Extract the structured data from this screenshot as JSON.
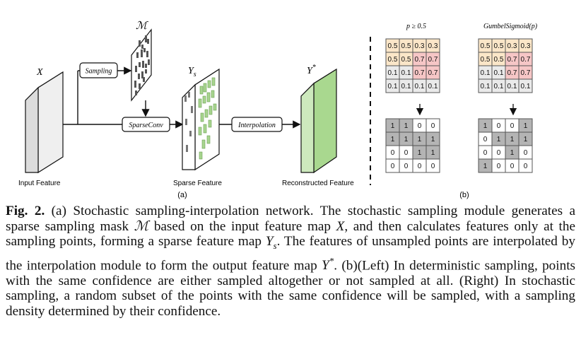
{
  "panel_a": {
    "symbols": {
      "x": "X",
      "mask": "ℳ",
      "ys": "Y",
      "ys_sub": "s",
      "ystar": "Y",
      "ystar_sup": "*"
    },
    "boxes": {
      "sampling": "Sampling",
      "sparseconv": "SparseConv",
      "interpolation": "Interpolation"
    },
    "labels": {
      "input": "Input Feature",
      "sparse": "Sparse Feature",
      "reconstructed": "Reconstructed Feature"
    },
    "tag": "(a)"
  },
  "panel_b": {
    "left": {
      "header": "p ≥ 0.5",
      "confidence": [
        [
          "0.5",
          "0.5",
          "0.3",
          "0.3"
        ],
        [
          "0.5",
          "0.5",
          "0.7",
          "0.7"
        ],
        [
          "0.1",
          "0.1",
          "0.7",
          "0.7"
        ],
        [
          "0.1",
          "0.1",
          "0.1",
          "0.1"
        ]
      ],
      "mask": [
        [
          "1",
          "1",
          "0",
          "0"
        ],
        [
          "1",
          "1",
          "1",
          "1"
        ],
        [
          "0",
          "0",
          "1",
          "1"
        ],
        [
          "0",
          "0",
          "0",
          "0"
        ]
      ]
    },
    "right": {
      "header": "GumbelSigmoid(p)",
      "confidence": [
        [
          "0.5",
          "0.5",
          "0.3",
          "0.3"
        ],
        [
          "0.5",
          "0.5",
          "0.7",
          "0.7"
        ],
        [
          "0.1",
          "0.1",
          "0.7",
          "0.7"
        ],
        [
          "0.1",
          "0.1",
          "0.1",
          "0.1"
        ]
      ],
      "mask": [
        [
          "1",
          "0",
          "0",
          "1"
        ],
        [
          "0",
          "1",
          "1",
          "1"
        ],
        [
          "0",
          "0",
          "1",
          "0"
        ],
        [
          "1",
          "0",
          "0",
          "0"
        ]
      ]
    },
    "tag": "(b)",
    "colors": {
      "c05": "#fbe6c8",
      "c03": "#fbe6c8",
      "c07": "#f6c6c6",
      "c01": "#eaeaea",
      "one": "#b4b4b4",
      "zero": "#ffffff"
    }
  },
  "caption": {
    "label": "Fig. 2.",
    "p1": " (a) Stochastic sampling-interpolation network. The stochastic sampling module generates a sparse sampling mask ",
    "m": "ℳ",
    "p2": " based on the input feature map ",
    "x": "X",
    "p3": ", and then calculates features only at the sampling points, forming a sparse feature map ",
    "ys": "Y",
    "ys_sub": "s",
    "p4": ". The features of unsampled points are interpolated by the interpolation module to form the output feature map ",
    "ystar": "Y",
    "ystar_sup": "*",
    "p5": ". (b)(Left) In deterministic sampling, points with the same confidence are either sampled altogether or not sampled at all. (Right) In stochastic sampling, a random subset of the points with the same confidence will be sampled, with a sampling density determined by their confidence."
  }
}
